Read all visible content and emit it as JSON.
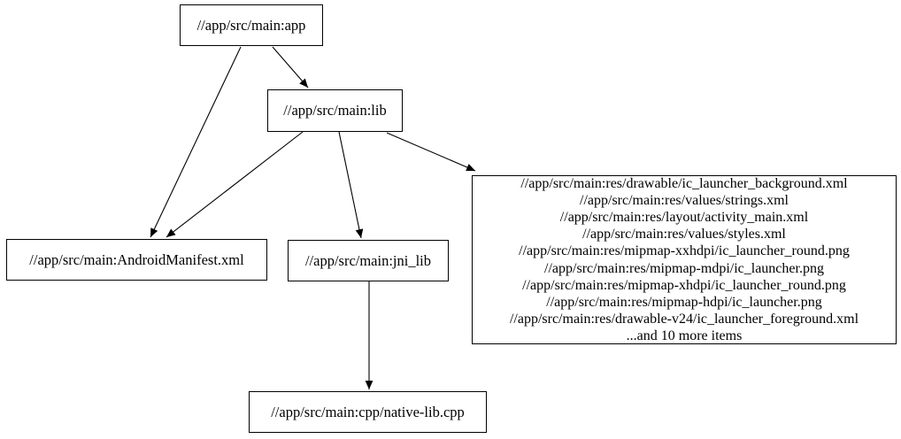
{
  "graph": {
    "background": "#ffffff",
    "node_border_color": "#000000",
    "edge_color": "#000000",
    "text_color": "#000000",
    "nodes": {
      "app": {
        "label": "//app/src/main:app"
      },
      "lib": {
        "label": "//app/src/main:lib"
      },
      "manifest": {
        "label": "//app/src/main:AndroidManifest.xml"
      },
      "jni_lib": {
        "label": "//app/src/main:jni_lib"
      },
      "cpp": {
        "label": "//app/src/main:cpp/native-lib.cpp"
      },
      "resources": {
        "lines": [
          "//app/src/main:res/drawable/ic_launcher_background.xml",
          "//app/src/main:res/values/strings.xml",
          "//app/src/main:res/layout/activity_main.xml",
          "//app/src/main:res/values/styles.xml",
          "//app/src/main:res/mipmap-xxhdpi/ic_launcher_round.png",
          "//app/src/main:res/mipmap-mdpi/ic_launcher.png",
          "//app/src/main:res/mipmap-xhdpi/ic_launcher_round.png",
          "//app/src/main:res/mipmap-hdpi/ic_launcher.png",
          "//app/src/main:res/drawable-v24/ic_launcher_foreground.xml",
          "...and 10 more items"
        ]
      }
    },
    "edges": [
      {
        "from": "//app/src/main:app",
        "to": "//app/src/main:lib"
      },
      {
        "from": "//app/src/main:app",
        "to": "//app/src/main:AndroidManifest.xml"
      },
      {
        "from": "//app/src/main:lib",
        "to": "//app/src/main:AndroidManifest.xml"
      },
      {
        "from": "//app/src/main:lib",
        "to": "//app/src/main:jni_lib"
      },
      {
        "from": "//app/src/main:lib",
        "to": "//app/src/main:res (resource files group)"
      },
      {
        "from": "//app/src/main:jni_lib",
        "to": "//app/src/main:cpp/native-lib.cpp"
      }
    ]
  }
}
